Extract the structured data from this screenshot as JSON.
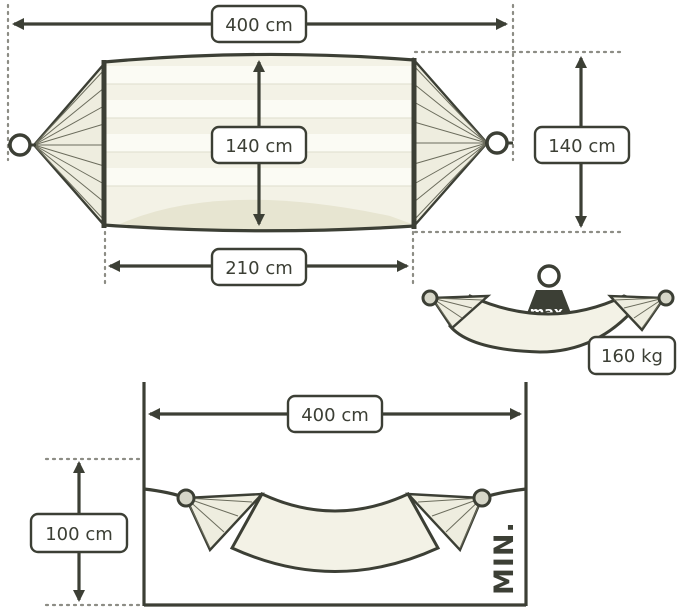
{
  "labels": {
    "total_length": "400 cm",
    "cloth_width_inner": "140 cm",
    "cloth_width_outer": "140 cm",
    "cloth_length": "210 cm",
    "max_load_tag": "max.",
    "max_load": "160 kg",
    "min_span": "400 cm",
    "min_height": "100 cm",
    "min_tag": "MIN."
  },
  "colors": {
    "ink": "#3c3f35",
    "cloth": "#f3f2e6",
    "shade": "#e7e5d1",
    "dotted": "#8c8c84"
  }
}
